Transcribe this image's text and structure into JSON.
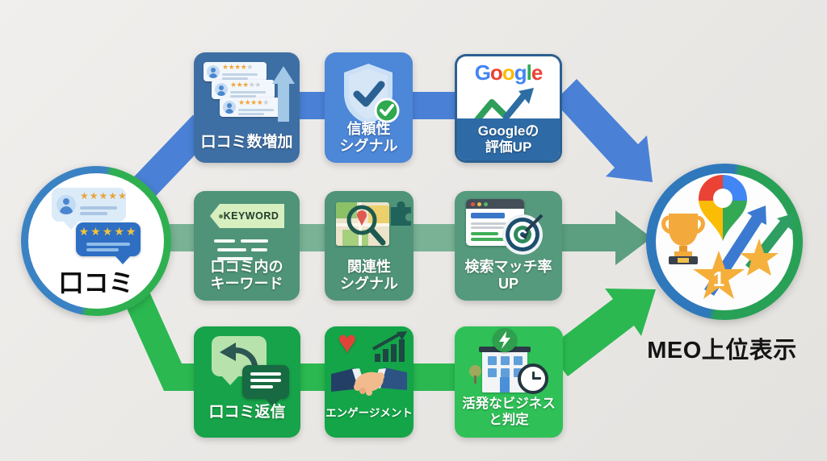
{
  "colors": {
    "background": "#ebe9e6",
    "trust_box_1": "#3e6fa4",
    "trust_box_2": "#4c87d8",
    "trust_strip": "#2e6ba6",
    "trust_connector": "#4a81d6",
    "relevance_box": "#4f9478",
    "relevance_connector": "#79b295",
    "relevance_arrow": "#5c9e80",
    "engagement_box": "#17a349",
    "engagement_box_light": "#2fc157",
    "engagement_connector": "#2bb850",
    "google_blue": "#4285F4",
    "google_red": "#EA4335",
    "google_yellow": "#FBBC05",
    "google_green": "#34A853",
    "gold": "#F4A93C"
  },
  "source_circle": {
    "label": "口コミ",
    "review_top_stars": "★★★★★",
    "review_bottom_stars": "★★★★★"
  },
  "result_circle": {
    "label": "MEO上位表示",
    "rank_badge": "1"
  },
  "rows": {
    "trust": {
      "step1": {
        "label": "口コミ数増加",
        "cards": [
          {
            "gold": "★★★★",
            "gray": "★"
          },
          {
            "gold": "★★★",
            "gray": "★★"
          },
          {
            "gold": "★★★★",
            "gray": "★"
          }
        ]
      },
      "step2": {
        "label": "信頼性\nシグナル"
      },
      "step3": {
        "label": "Googleの\n評価UP",
        "logo_letters": [
          "G",
          "o",
          "o",
          "g",
          "l",
          "e"
        ]
      }
    },
    "relevance": {
      "step1": {
        "label": "口コミ内の\nキーワード",
        "tag_text": "KEYWORD"
      },
      "step2": {
        "label": "関連性\nシグナル"
      },
      "step3": {
        "label": "検索マッチ率\nUP"
      }
    },
    "engagement": {
      "step1": {
        "label": "口コミ返信"
      },
      "step2": {
        "label": "エンゲージメント",
        "heart_glyph": "♥"
      },
      "step3": {
        "label": "活発なビジネス\nと判定"
      }
    }
  }
}
